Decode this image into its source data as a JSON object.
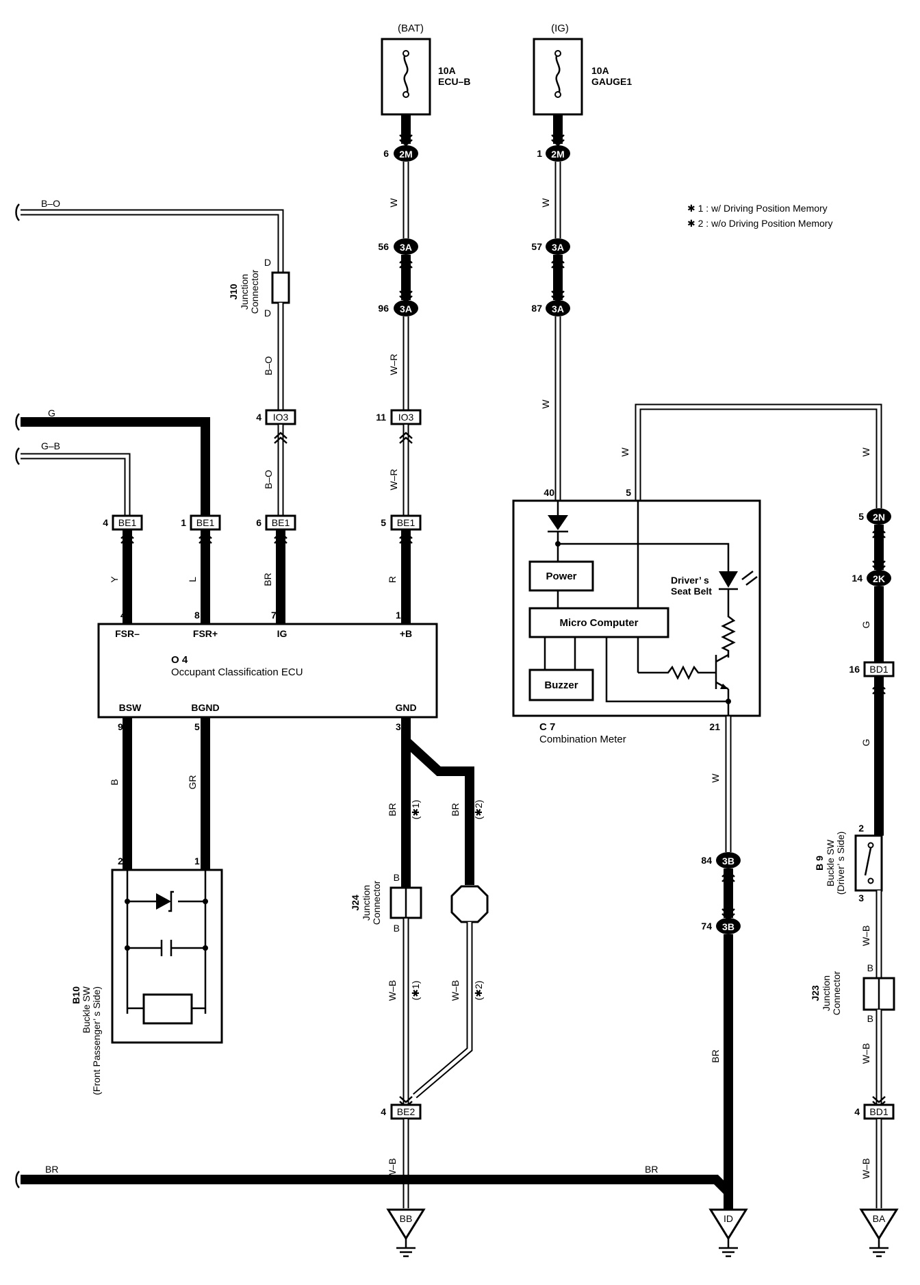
{
  "sources": {
    "bat": "(BAT)",
    "ig": "(IG)"
  },
  "fuses": {
    "ecu_b": {
      "rating": "10A",
      "name": "ECU–B"
    },
    "gauge1": {
      "rating": "10A",
      "name": "GAUGE1"
    }
  },
  "notes": {
    "n1": "✱ 1 : w/ Driving Position Memory",
    "n2": "✱ 2 : w/o Driving Position Memory"
  },
  "connectors": {
    "c2m": "2M",
    "c3a": "3A",
    "io3": "IO3",
    "be1": "BE1",
    "be2": "BE2",
    "c2n": "2N",
    "c2k": "2K",
    "bd1": "BD1",
    "c3b": "3B"
  },
  "pins": {
    "p6": "6",
    "p1": "1",
    "p56": "56",
    "p57": "57",
    "p96": "96",
    "p87": "87",
    "p4": "4",
    "p11": "11",
    "p5": "5",
    "p8": "8",
    "p7": "7",
    "p9": "9",
    "p3": "3",
    "p2": "2",
    "p40": "40",
    "p21": "21",
    "p84": "84",
    "p74": "74",
    "p14": "14",
    "p16": "16"
  },
  "wires": {
    "w": "W",
    "wr": "W–R",
    "bo": "B–O",
    "g": "G",
    "gb": "G–B",
    "y": "Y",
    "l": "L",
    "br": "BR",
    "r": "R",
    "b": "B",
    "gr": "GR",
    "wb": "W–B"
  },
  "variant": {
    "v1": "(✱1)",
    "v2": "(✱2)"
  },
  "junctions": {
    "j10": {
      "id": "J10",
      "l1": "Junction",
      "l2": "Connector",
      "pin": "D"
    },
    "j24": {
      "id": "J24",
      "l1": "Junction",
      "l2": "Connector",
      "pin": "B"
    },
    "j23": {
      "id": "J23",
      "l1": "Junction",
      "l2": "Connector",
      "pin": "B"
    }
  },
  "ecu": {
    "id": "O 4",
    "name": "Occupant Classification ECU",
    "fsr_minus": "FSR–",
    "fsr_plus": "FSR+",
    "ig": "IG",
    "b_plus": "+B",
    "bsw": "BSW",
    "bgnd": "BGND",
    "gnd": "GND"
  },
  "meter": {
    "id": "C 7",
    "name": "Combination Meter",
    "power": "Power",
    "micro": "Micro Computer",
    "buzzer": "Buzzer",
    "seatbelt_l1": "Driver’ s",
    "seatbelt_l2": "Seat Belt"
  },
  "b10": {
    "id": "B10",
    "l1": "Buckle SW",
    "l2": "(Front Passenger’ s Side)"
  },
  "b9": {
    "id": "B 9",
    "l1": "Buckle SW",
    "l2": "(Driver’ s Side)"
  },
  "grounds": {
    "bb": "BB",
    "id": "ID",
    "ba": "BA"
  }
}
